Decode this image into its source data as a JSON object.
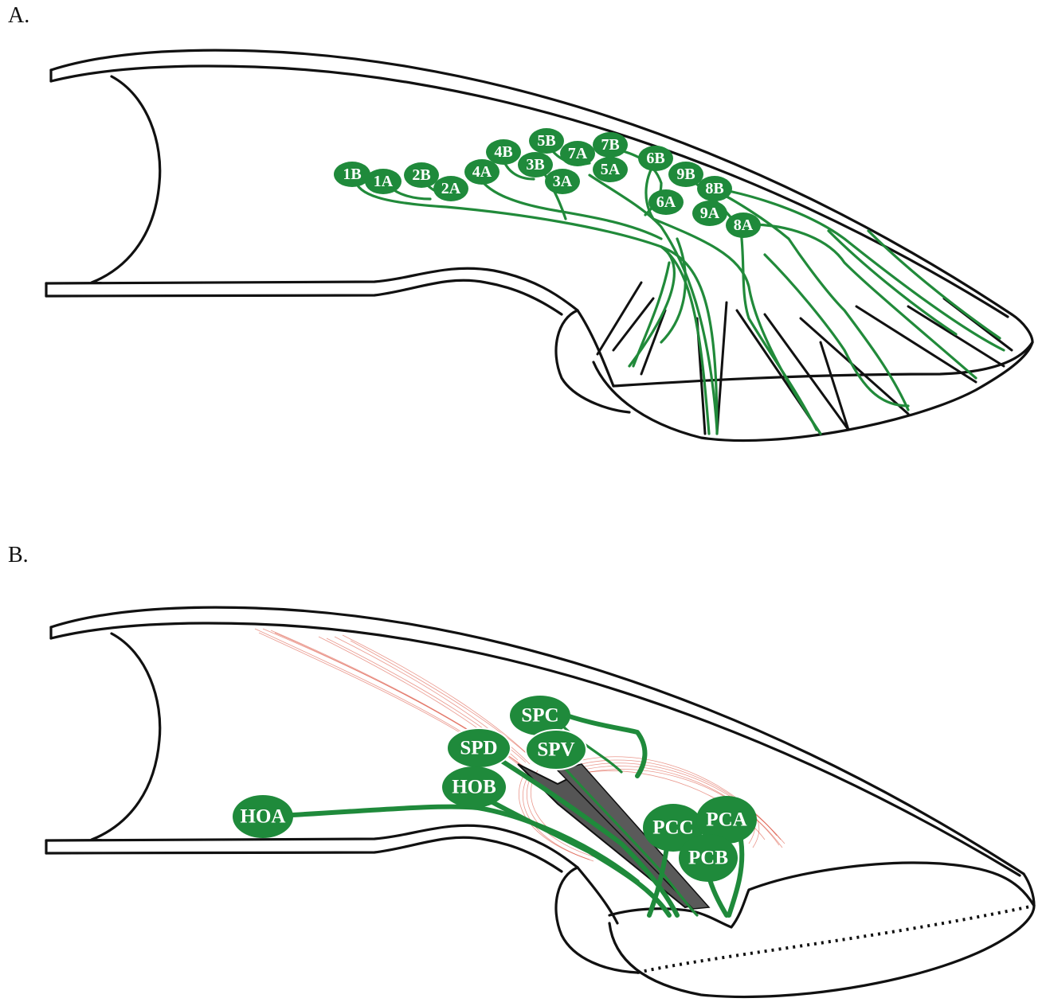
{
  "panels": [
    {
      "letter": "A.",
      "labels": [
        "1B",
        "1A",
        "2B",
        "2A",
        "4A",
        "4B",
        "3B",
        "5B",
        "7A",
        "7B",
        "3A",
        "5A",
        "6B",
        "9B",
        "8B",
        "6A",
        "9A",
        "8A"
      ]
    },
    {
      "letter": "B.",
      "labels": [
        "SPC",
        "SPD",
        "SPV",
        "HOB",
        "HOA",
        "PCC",
        "PCA",
        "PCB"
      ]
    }
  ],
  "colors": {
    "outline": "#111111",
    "nerve_green": "#1f8a3b",
    "muscle_red": "#d9442f",
    "apodeme_gray": "#555555"
  }
}
